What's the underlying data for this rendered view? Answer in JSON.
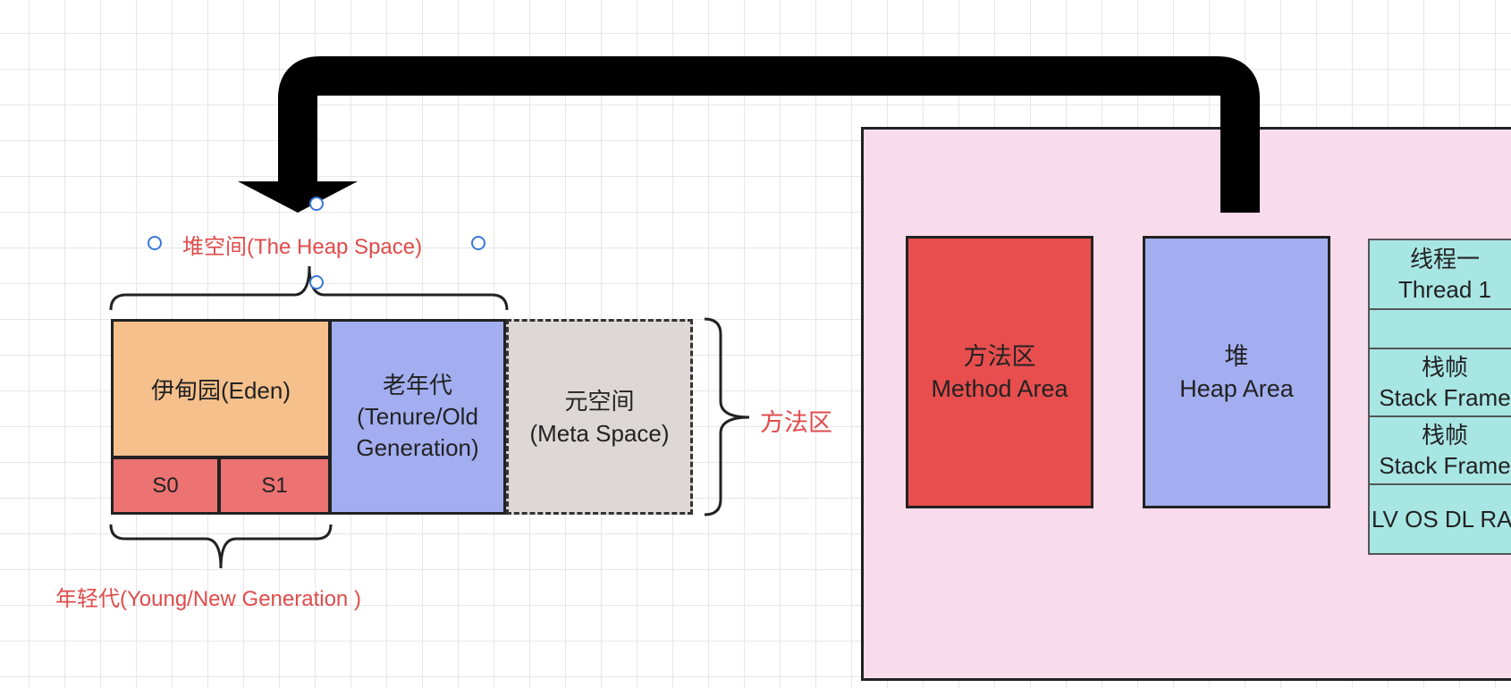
{
  "labels": {
    "heap_space": "堆空间(The Heap Space)",
    "young_gen": "年轻代(Young/New Generation )",
    "method_area_cn": "方法区"
  },
  "heap_boxes": {
    "eden": "伊甸园(Eden)",
    "s0": "S0",
    "s1": "S1",
    "old_cn": "老年代",
    "old_en_1": "(Tenure/Old",
    "old_en_2": "Generation)",
    "meta_cn": "元空间",
    "meta_en": "(Meta Space)"
  },
  "runtime": {
    "method_cn": "方法区",
    "method_en": "Method Area",
    "heap_cn": "堆",
    "heap_en": "Heap Area",
    "thread_cn": "线程一",
    "thread_en": "Thread 1",
    "frame1_cn": "栈帧",
    "frame1_en": "Stack Frame",
    "frame2_cn": "栈帧",
    "frame2_en": "Stack Frame",
    "frame_parts": "LV OS DL RA"
  },
  "colors": {
    "eden": "#f5c08c",
    "survivor": "#ed7272",
    "old": "#a3aef0",
    "meta": "#ddd8d6",
    "runtime_bg": "#f9dcec",
    "method_area": "#e84e4e",
    "heap_area": "#a3aef0",
    "thread": "#a8e6e4",
    "label_red": "#e04b4b"
  }
}
